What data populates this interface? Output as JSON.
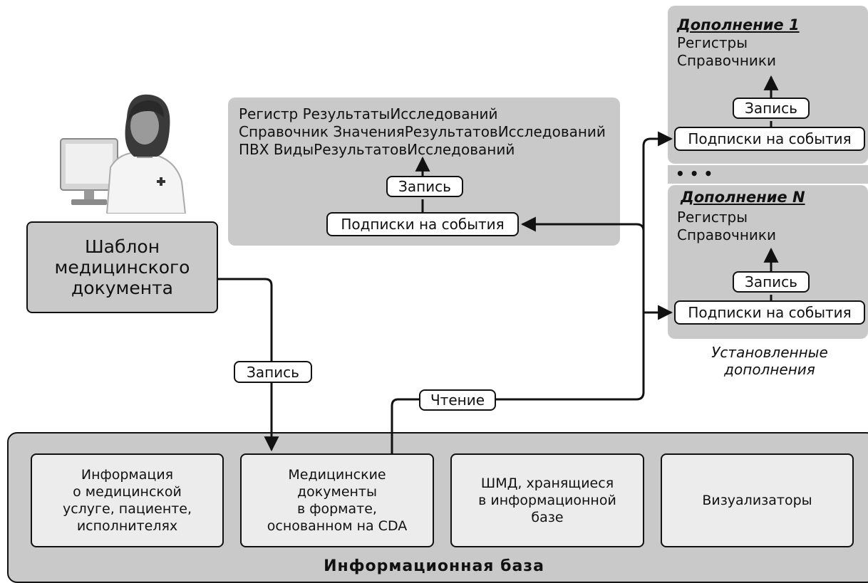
{
  "template_box": {
    "lines": [
      "Шаблон",
      "медицинского",
      "документа"
    ]
  },
  "center_panel": {
    "lines": [
      "Регистр РезультатыИсследований",
      "Справочник ЗначенияРезультатовИсследований",
      "ПВХ ВидыРезультатовИсследований"
    ],
    "write_label": "Запись",
    "subscriptions_label": "Подписки на события"
  },
  "addon_1": {
    "title": "Дополнение 1",
    "lines": [
      "Регистры",
      "Справочники"
    ],
    "write_label": "Запись",
    "subscriptions_label": "Подписки на события"
  },
  "ellipsis": "• • •",
  "addon_n": {
    "title": "Дополнение N",
    "lines": [
      "Регистры",
      "Справочники"
    ],
    "write_label": "Запись",
    "subscriptions_label": "Подписки на события"
  },
  "installed_caption": [
    "Установленные",
    "дополнения"
  ],
  "connectors": {
    "write_label": "Запись",
    "read_label": "Чтение"
  },
  "info_base": {
    "title": "Информационная база",
    "boxes": [
      {
        "lines": [
          "Информация",
          "о медицинской",
          "услуге, пациенте,",
          "исполнителях"
        ]
      },
      {
        "lines": [
          "Медицинские",
          "документы",
          "в формате,",
          "основанном на CDA"
        ]
      },
      {
        "lines": [
          "ШМД, хранящиеся",
          "в информационной",
          "базе"
        ]
      },
      {
        "lines": [
          "Визуализаторы"
        ]
      }
    ]
  },
  "colors": {
    "panel": "#c9c9c9",
    "inner_box": "#ececec",
    "line": "#111111",
    "pill": "#ffffff"
  },
  "icons": [
    "doctor-at-computer-icon"
  ]
}
